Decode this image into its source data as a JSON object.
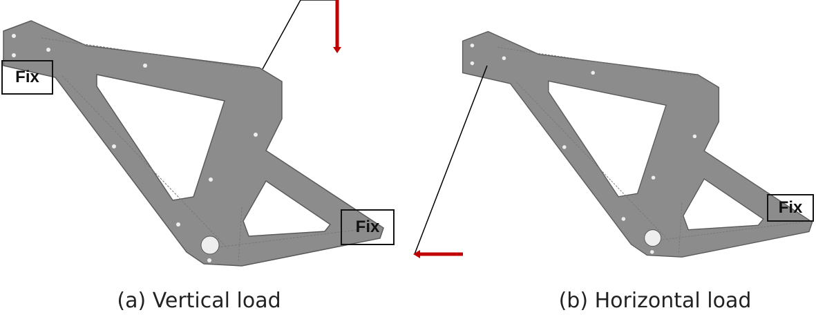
{
  "panels": [
    {
      "caption": "(a) Vertical load",
      "fix_labels": [
        "Fix",
        "Fix"
      ]
    },
    {
      "caption": "(b) Horizontal load",
      "fix_labels": [
        "Fix"
      ]
    }
  ],
  "colors": {
    "frame": "#8c8c8c",
    "frame_edge": "#5a5a5a",
    "load_arrow": "#c00000"
  }
}
